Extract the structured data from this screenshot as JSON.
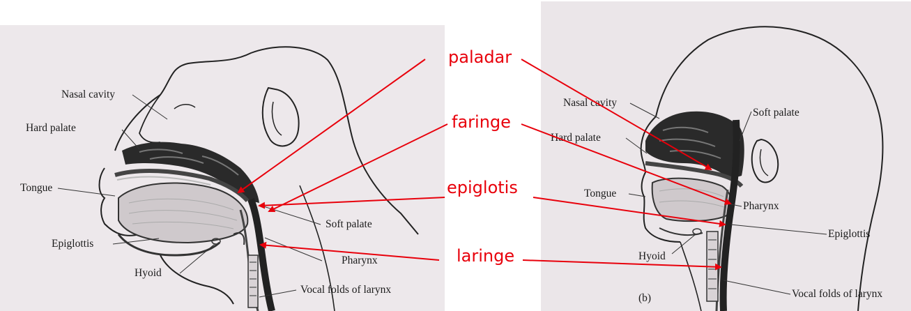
{
  "figure_a": {
    "labels": {
      "nasal_cavity": "Nasal cavity",
      "hard_palate": "Hard palate",
      "tongue": "Tongue",
      "epiglottis": "Epiglottis",
      "hyoid": "Hyoid",
      "soft_palate": "Soft palate",
      "pharynx": "Pharynx",
      "vocal_folds": "Vocal folds of larynx"
    }
  },
  "figure_b": {
    "labels": {
      "nasal_cavity": "Nasal cavity",
      "soft_palate": "Soft palate",
      "hard_palate": "Hard palate",
      "tongue": "Tongue",
      "pharynx": "Pharynx",
      "epiglottis": "Epiglottis",
      "hyoid": "Hyoid",
      "vocal_folds": "Vocal folds of larynx",
      "panel_tag": "(b)"
    }
  },
  "annotations": {
    "paladar": "paladar",
    "faringe": "faringe",
    "epiglotis": "epiglotis",
    "laringe": "laringe"
  },
  "colors": {
    "annotation": "#e8000b",
    "panel_bg": "#ede8eb",
    "ink": "#1b1b1b",
    "cavity": "#2a2a2a"
  }
}
